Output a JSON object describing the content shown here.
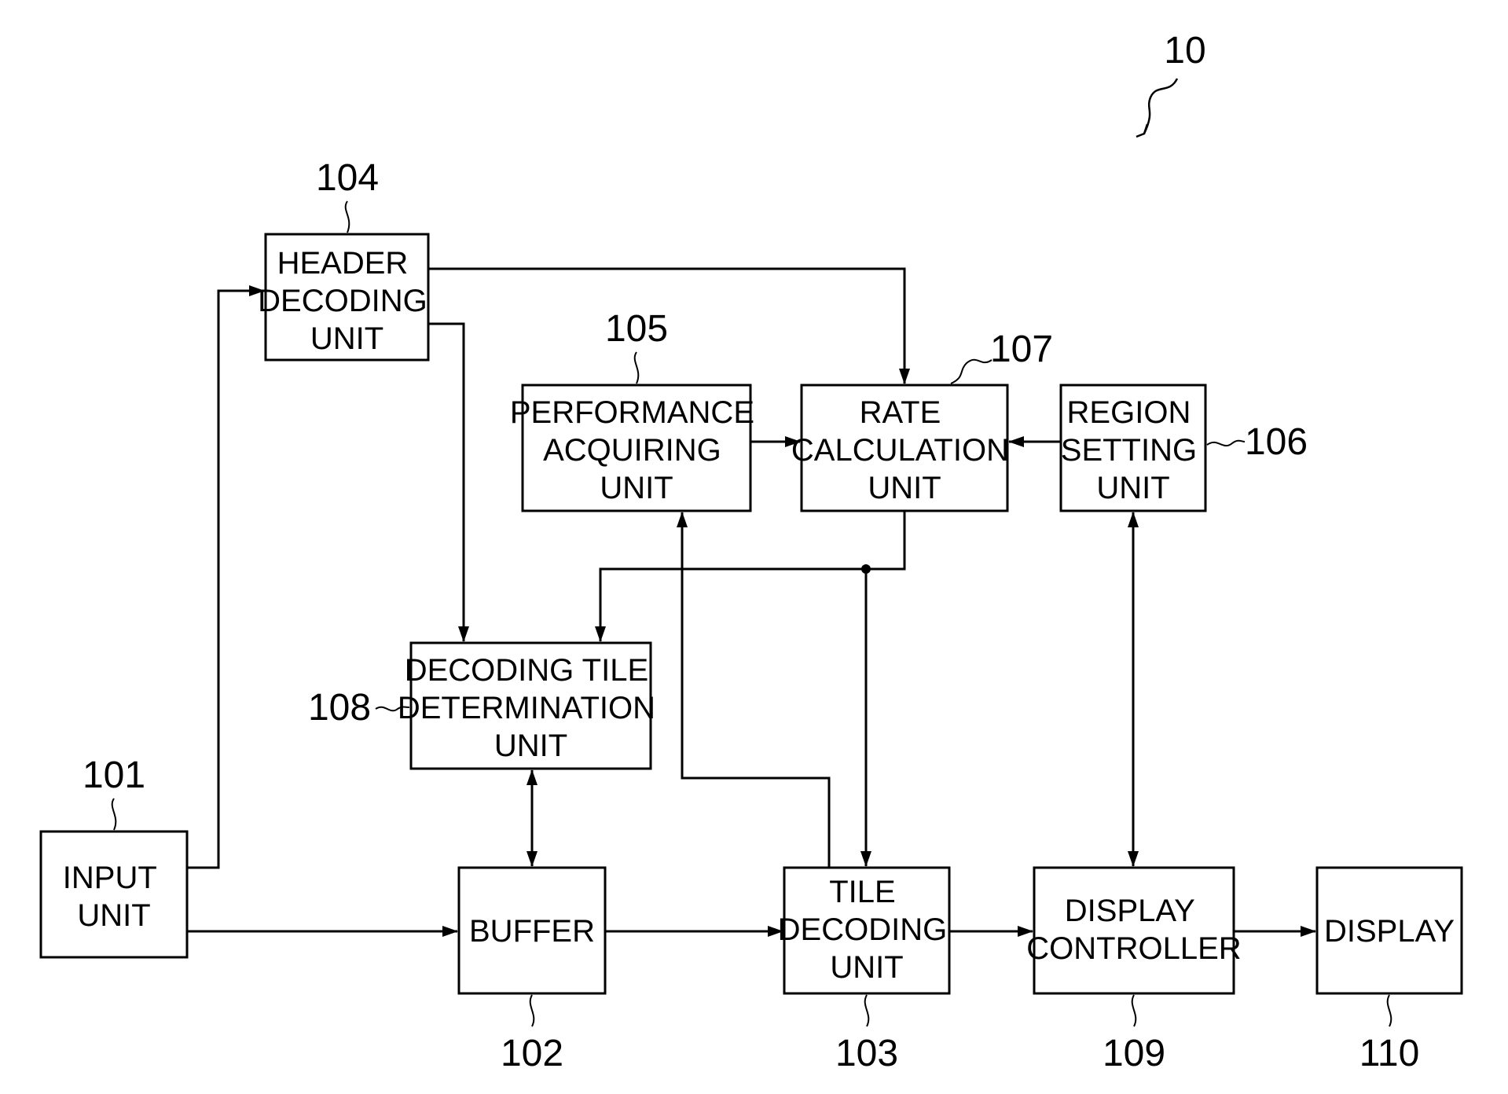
{
  "figure_ref": "10",
  "blocks": {
    "input_unit": {
      "lines": [
        "INPUT",
        "UNIT"
      ],
      "ref": "101"
    },
    "buffer": {
      "lines": [
        "BUFFER"
      ],
      "ref": "102"
    },
    "tile_decoding_unit": {
      "lines": [
        "TILE",
        "DECODING",
        "UNIT"
      ],
      "ref": "103"
    },
    "header_decoding_unit": {
      "lines": [
        "HEADER",
        "DECODING",
        "UNIT"
      ],
      "ref": "104"
    },
    "performance_acquiring_unit": {
      "lines": [
        "PERFORMANCE",
        "ACQUIRING",
        "UNIT"
      ],
      "ref": "105"
    },
    "region_setting_unit": {
      "lines": [
        "REGION",
        "SETTING",
        "UNIT"
      ],
      "ref": "106"
    },
    "rate_calculation_unit": {
      "lines": [
        "RATE",
        "CALCULATION",
        "UNIT"
      ],
      "ref": "107"
    },
    "decoding_tile_determination_unit": {
      "lines": [
        "DECODING TILE",
        "DETERMINATION",
        "UNIT"
      ],
      "ref": "108"
    },
    "display_controller": {
      "lines": [
        "DISPLAY",
        "CONTROLLER"
      ],
      "ref": "109"
    },
    "display": {
      "lines": [
        "DISPLAY"
      ],
      "ref": "110"
    }
  }
}
